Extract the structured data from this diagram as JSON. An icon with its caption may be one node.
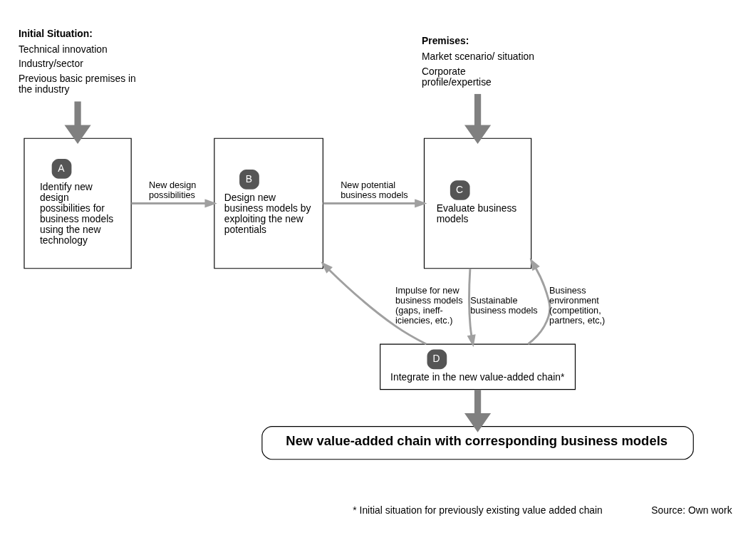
{
  "diagram": {
    "nodes": [
      {
        "text": [
          "Initial Situation:",
          "Technical innovation",
          "Industry/sector",
          "Previous basic premises in the industry"
        ]
      },
      {
        "text": [
          "Premises:",
          "Market scenario/ situation",
          "Corporate profile/expertise"
        ]
      },
      {
        "text": [
          "A",
          "Identify new design possibilities for business models using the new technology"
        ]
      },
      {
        "text": [
          "B",
          "Design new business models by exploiting the new potentials"
        ]
      },
      {
        "text": [
          "C",
          "Evaluate business models"
        ]
      },
      {
        "text": [
          "D",
          "Integrate in the new value-added chain*"
        ]
      },
      {
        "text": [
          "New value-added chain with corresponding business models"
        ]
      }
    ],
    "edges": [
      {
        "from": 0,
        "to": 2,
        "arrow": "to",
        "style": "thick",
        "color": "#808080"
      },
      {
        "from": 1,
        "to": 4,
        "arrow": "to",
        "style": "thick",
        "color": "#808080"
      },
      {
        "from": 2,
        "to": 3,
        "arrow": "to",
        "label": "New design possibilities"
      },
      {
        "from": 3,
        "to": 4,
        "arrow": "to",
        "label": "New potential business models"
      },
      {
        "from": 5,
        "to": 3,
        "arrow": "to",
        "label": "Impulse for new business models (gaps, ineff- iciencies, etc.)"
      },
      {
        "from": 5,
        "to": 4,
        "arrow": "to",
        "label": "Business environment (competition, partners, etc,)"
      },
      {
        "from": 4,
        "to": 5,
        "arrow": "to",
        "label": "Sustainable business models"
      },
      {
        "from": 5,
        "to": 6,
        "arrow": "to",
        "style": "thick",
        "color": "#808080"
      }
    ],
    "labels": [
      "* Initial situation for previously existing value added chain",
      "Source: Own work"
    ]
  }
}
